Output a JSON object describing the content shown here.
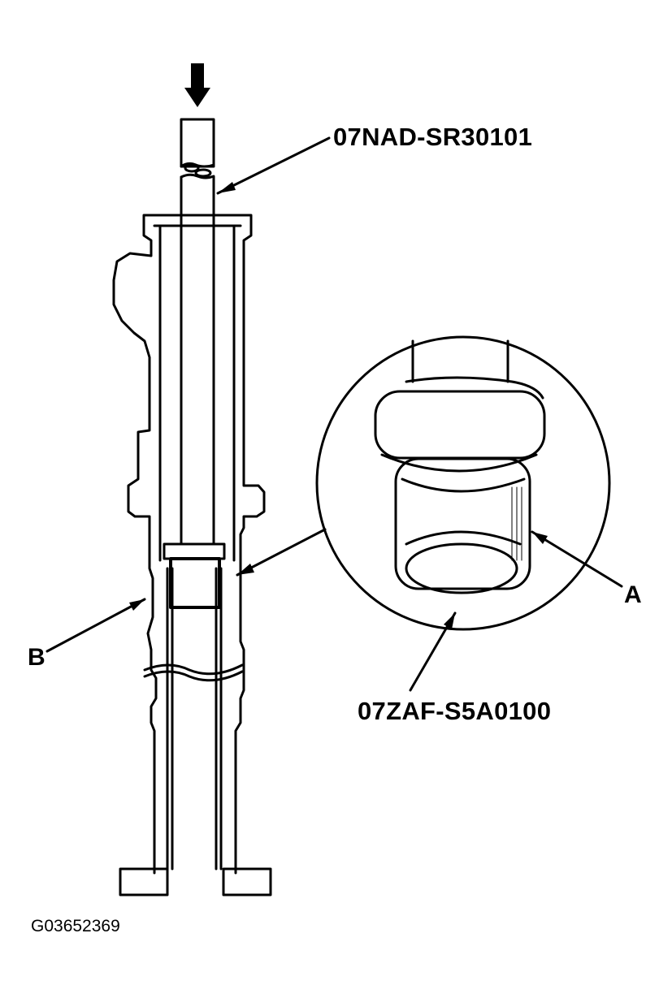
{
  "labels": {
    "tool_top": "07NAD-SR30101",
    "tool_bottom": "07ZAF-S5A0100",
    "ref_a": "A",
    "ref_b": "B",
    "figure_code": "G03652369"
  },
  "colors": {
    "line": "#000000",
    "background": "#ffffff"
  },
  "icons": {
    "press_direction": "down-arrow-icon"
  }
}
